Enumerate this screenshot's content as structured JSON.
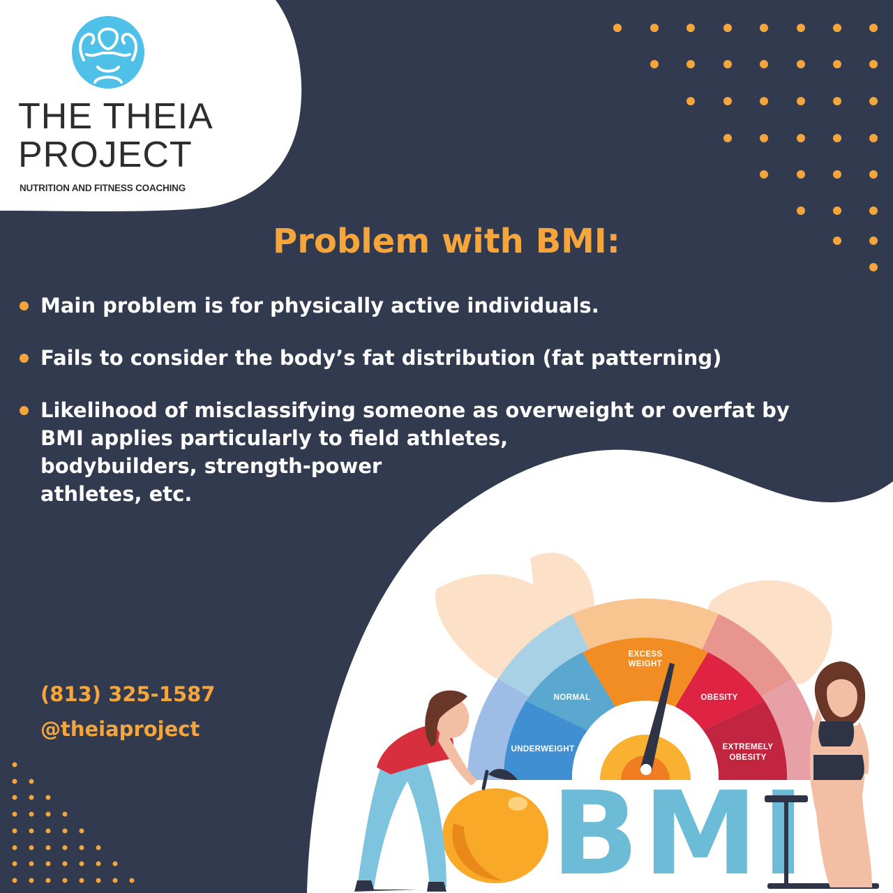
{
  "brand": {
    "name_line1": "THE THEIA",
    "name_line2": "PROJECT",
    "tagline": "NUTRITION AND FITNESS COACHING",
    "logo_icon": "flexing-woman-icon"
  },
  "headline": "Problem with BMI:",
  "bullets": [
    "Main problem is for physically active individuals.",
    "Fails to consider the body’s fat distribution (fat patterning)",
    "Likelihood of misclassifying someone as overweight or overfat by\nBMI applies particularly to field athletes,\nbodybuilders, strength-power\nathletes, etc."
  ],
  "contact": {
    "phone": "(813) 325-1587",
    "handle": "@theiaproject"
  },
  "illustration": {
    "gauge_labels": {
      "underweight": "UNDERWEIGHT",
      "normal": "NORMAL",
      "excess_weight_line1": "EXCESS",
      "excess_weight_line2": "WEIGHT",
      "obesity": "OBESITY",
      "extremely_obesity_line1": "EXTREMELY",
      "extremely_obesity_line2": "OBESITY"
    },
    "bmi_word": "BMI"
  },
  "colors": {
    "background": "#323a4f",
    "accent": "#f4a53b",
    "white": "#ffffff",
    "bmi_blue": "#6cbcd8"
  }
}
